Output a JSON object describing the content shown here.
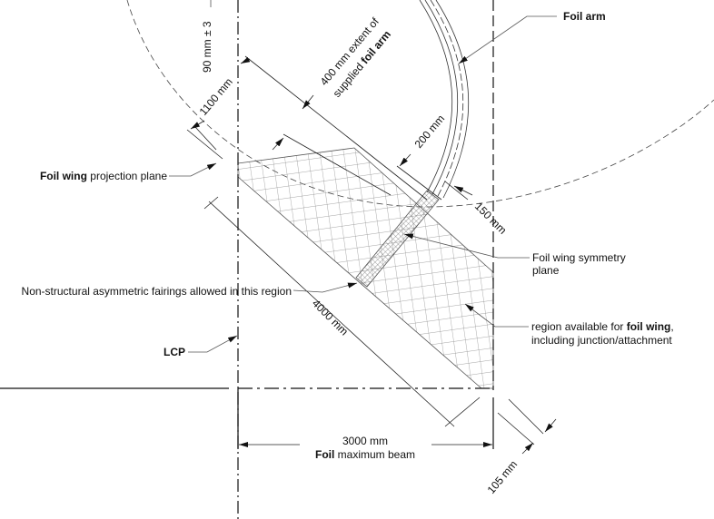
{
  "labels": {
    "foil_arm": "Foil arm",
    "dim_90": "90 mm ± 3",
    "dim_1100": "1100 mm",
    "dim_400_line1": "400 mm extent of",
    "dim_400_line2_pre": "supplied ",
    "dim_400_line2_bold": "foil arm",
    "dim_200": "200 mm",
    "dim_150": "150 mm",
    "projection_bold": "Foil wing",
    "projection_rest": " projection plane",
    "symmetry_bold": "Foil wing",
    "symmetry_rest": " symmetry",
    "symmetry_line2": "plane",
    "fairings": "Non-structural asymmetric fairings allowed in this region",
    "dim_4000": "4000 mm",
    "region_line1_pre": "region available for ",
    "region_line1_bold": "foil wing",
    "region_line1_post": ",",
    "region_line2": "including junction/attachment",
    "lcp": "LCP",
    "beam_value": "3000 mm",
    "beam_bold": "Foil",
    "beam_rest": " maximum beam",
    "dim_105": "105 mm"
  }
}
